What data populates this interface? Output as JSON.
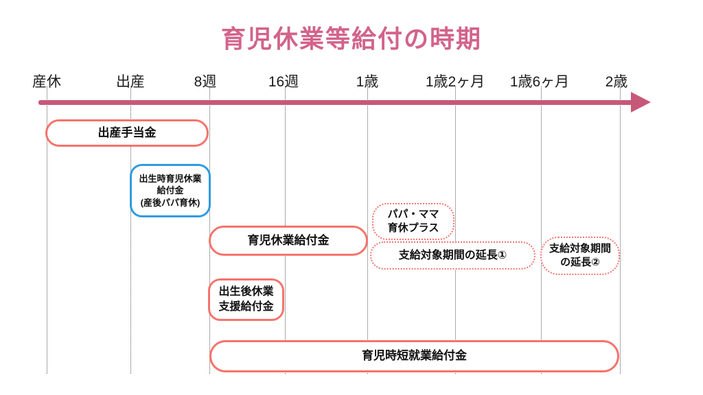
{
  "title": "育児休業等給付の時期",
  "timeline": {
    "labels": [
      "産休",
      "出産",
      "8週",
      "16週",
      "1歳",
      "1歳2ヶ月",
      "1歳6ヶ月",
      "2歳"
    ]
  },
  "boxes": {
    "shussan_teatekin": {
      "label": "出産手当金"
    },
    "shusseiji_ikuji": {
      "line1": "出生時育児休業",
      "line2": "給付金",
      "line3": "(産後パパ育休)"
    },
    "ikuji_kyugyo": {
      "label": "育児休業給付金"
    },
    "papa_mama": {
      "line1": "パパ・ママ",
      "line2": "育休プラス"
    },
    "encho1": {
      "label": "支給対象期間の延長①"
    },
    "encho2": {
      "line1": "支給対象期間",
      "line2": "の延長②"
    },
    "shusseigo_shien": {
      "line1": "出生後休業",
      "line2": "支援給付金"
    },
    "jitan": {
      "label": "育児時短就業給付金"
    }
  },
  "colors": {
    "title": "#d2638a",
    "arrow": "#c65878",
    "solid_red_border": "#f5736d",
    "dotted_red_border": "#f5736d",
    "blue_border": "#2f9be1",
    "gridline": "#555555",
    "text": "#111111",
    "background": "#ffffff"
  }
}
